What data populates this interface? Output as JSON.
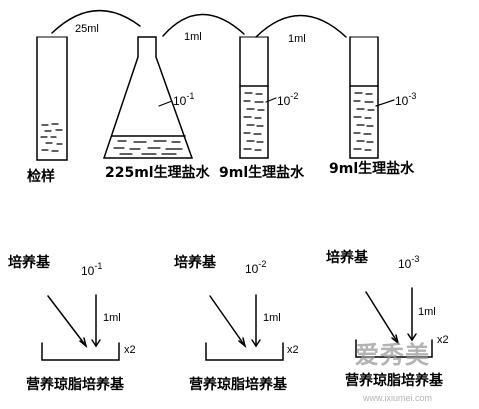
{
  "dilution_row": {
    "transfer_volumes": [
      "25ml",
      "1ml",
      "1ml"
    ],
    "vessels": [
      {
        "label": "检样"
      },
      {
        "label": "225ml生理盐水",
        "dilution_base": "10",
        "dilution_exp": "-1"
      },
      {
        "label": "9ml生理盐水",
        "dilution_base": "10",
        "dilution_exp": "-2"
      },
      {
        "label": "9ml生理盐水",
        "dilution_base": "10",
        "dilution_exp": "-3"
      }
    ]
  },
  "plating_row": [
    {
      "medium_label": "培养基",
      "dilution_base": "10",
      "dilution_exp": "-1",
      "volume": "1ml",
      "replicates": "x2",
      "dish_label": "营养琼脂培养基"
    },
    {
      "medium_label": "培养基",
      "dilution_base": "10",
      "dilution_exp": "-2",
      "volume": "1ml",
      "replicates": "x2",
      "dish_label": "营养琼脂培养基"
    },
    {
      "medium_label": "培养基",
      "dilution_base": "10",
      "dilution_exp": "-3",
      "volume": "1ml",
      "replicates": "x2",
      "dish_label": "营养琼脂培养基"
    }
  ],
  "watermark": {
    "text": "爱秀美",
    "url": "www.ixiumei.com"
  }
}
